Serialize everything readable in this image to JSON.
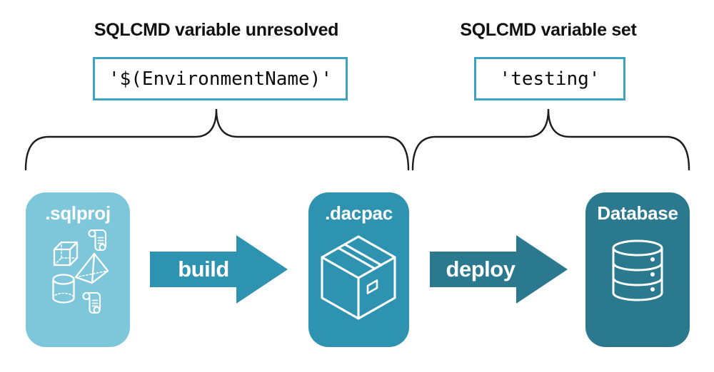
{
  "annotations": {
    "unresolved": {
      "heading": "SQLCMD variable unresolved",
      "code": "'$(EnvironmentName)'"
    },
    "resolved": {
      "heading": "SQLCMD variable set",
      "code": "'testing'"
    }
  },
  "pipeline": {
    "nodes": [
      {
        "id": "sqlproj",
        "label": ".sqlproj",
        "color": "#7ec6da",
        "icon": "sql-objects-icon"
      },
      {
        "id": "dacpac",
        "label": ".dacpac",
        "color": "#2e93b1",
        "icon": "package-box-icon"
      },
      {
        "id": "database",
        "label": "Database",
        "color": "#2a798e",
        "icon": "database-cylinder-icon"
      }
    ],
    "arrows": [
      {
        "id": "build",
        "label": "build",
        "color": "#2e93b1"
      },
      {
        "id": "deploy",
        "label": "deploy",
        "color": "#2a798e"
      }
    ]
  },
  "colors": {
    "background": "#ffffff",
    "text": "#111111",
    "code_box_border": "#3ca4c2",
    "node_sqlproj": "#7ec6da",
    "node_dacpac": "#2e93b1",
    "node_database": "#2a798e",
    "icon_stroke": "#ffffff",
    "brace_stroke": "#1d1d1d"
  }
}
